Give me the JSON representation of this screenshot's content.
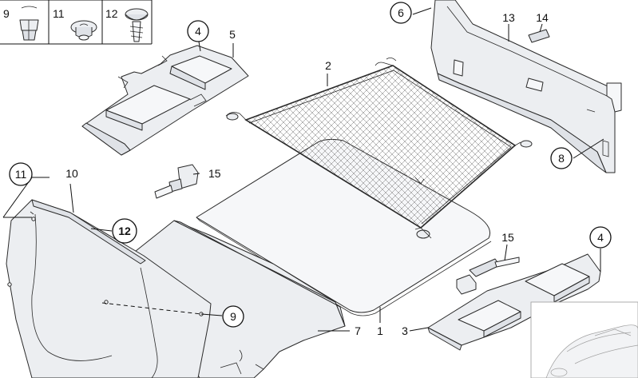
{
  "labels": {
    "l1": "1",
    "l2": "2",
    "l3": "3",
    "l4a": "4",
    "l4b": "4",
    "l5": "5",
    "l6": "6",
    "l7": "7",
    "l8": "8",
    "l9a": "9",
    "l9b": "9",
    "l10": "10",
    "l11a": "11",
    "l11b": "11",
    "l12a": "12",
    "l12b": "12",
    "l13": "13",
    "l14": "14",
    "l15a": "15",
    "l15b": "15"
  },
  "colors": {
    "line": "#2a2a2a",
    "part_fill": "#eceef1",
    "part_shade": "#dfe2e7",
    "background": "#ffffff"
  }
}
